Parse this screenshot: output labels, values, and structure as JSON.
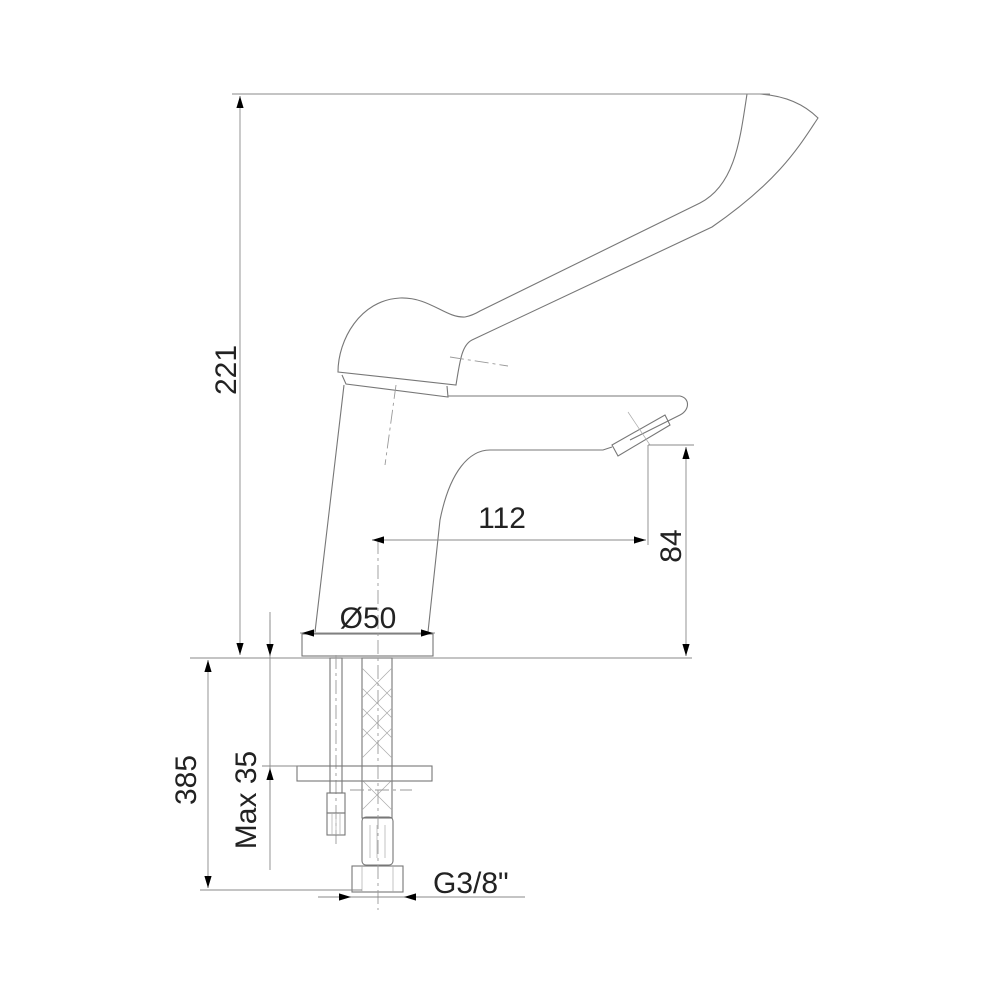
{
  "title": "Faucet dimension drawing",
  "dimensions": {
    "total_height": "221",
    "spout_reach": "112",
    "spout_height": "84",
    "base_diameter": "Ø50",
    "hose_length": "385",
    "max_counter_thickness": "Max 35",
    "connection_thread": "G3/8\""
  },
  "colors": {
    "line": "#777777",
    "text": "#222222",
    "arrow": "#000000"
  }
}
